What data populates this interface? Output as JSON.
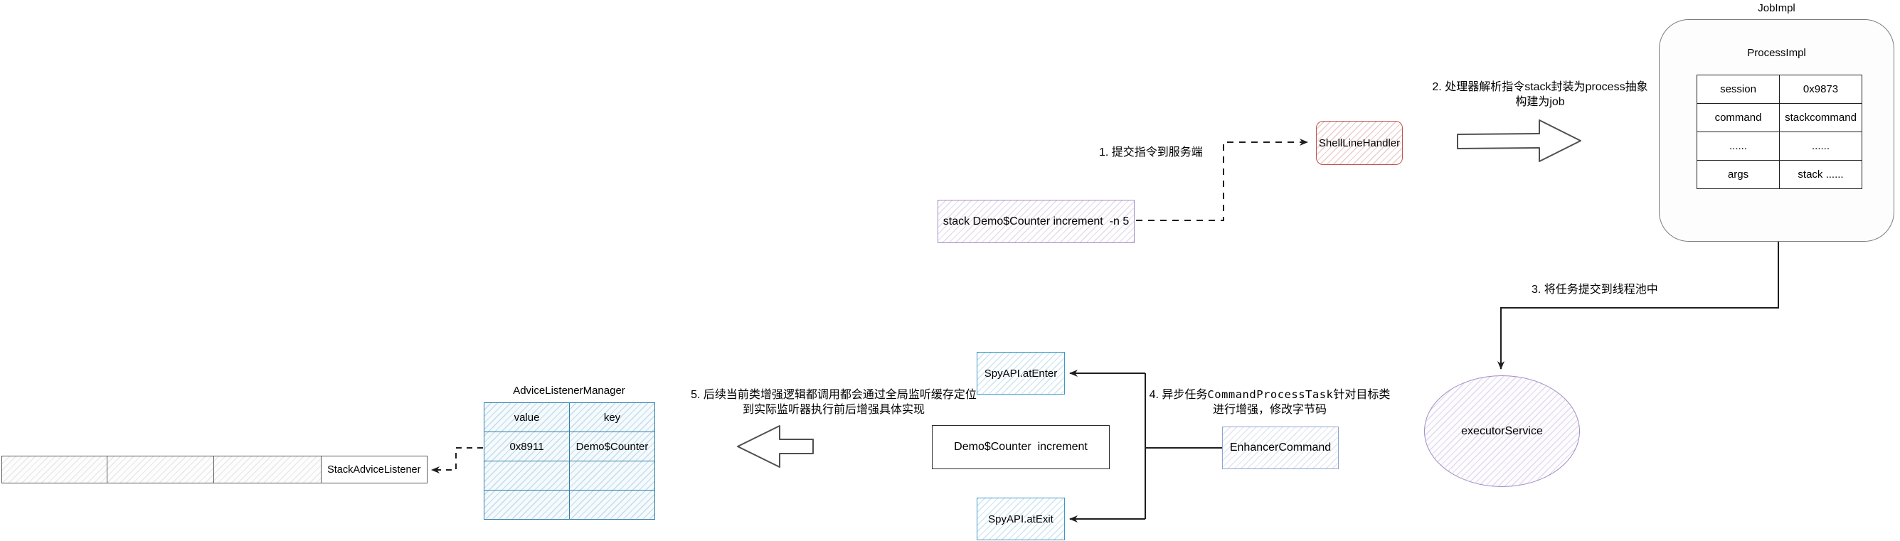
{
  "colors": {
    "ink": "#1e1e1e",
    "gray-border": "#7b7b7b",
    "red-border": "#c0544f",
    "purple-border": "#a58bc5",
    "cyan-border": "#3b99c8",
    "teal-border": "#2d7ea7",
    "slate-border": "#8ba6cf"
  },
  "jobimpl": {
    "title": "JobImpl",
    "process_title": "ProcessImpl",
    "table": {
      "rows": [
        [
          "session",
          "0x9873"
        ],
        [
          "command",
          "stackcommand"
        ],
        [
          "......",
          "......"
        ],
        [
          "args",
          "stack ......"
        ]
      ]
    }
  },
  "annotations": {
    "step1": "1. 提交指令到服务端",
    "step2_line1": "2. 处理器解析指令stack封装为process抽象",
    "step2_line2": "构建为job",
    "step3": "3. 将任务提交到线程池中",
    "step4_prefix": "4. 异步任务",
    "step4_mono": "CommandProcessTask",
    "step4_suffix": "针对目标类",
    "step4_line2": "进行增强，修改字节码",
    "step5_line1": "5. 后续当前类增强逻辑都调用都会通过全局监听缓存定位",
    "step5_line2": "到实际监听器执行前后增强具体实现"
  },
  "nodes": {
    "shell_line_handler": "ShellLineHandler",
    "stack_command": "stack Demo$Counter increment  -n 5",
    "executor_service": "executorService",
    "enhancer_command": "EnhancerCommand",
    "demo_counter_increment": "Demo$Counter  increment",
    "spy_at_enter": "SpyAPI.atEnter",
    "spy_at_exit": "SpyAPI.atExit"
  },
  "advice_manager": {
    "title": "AdviceListenerManager",
    "headers": [
      "value",
      "key"
    ],
    "rows": [
      [
        "0x8911",
        "Demo$Counter"
      ],
      [
        "",
        ""
      ],
      [
        "",
        ""
      ]
    ]
  },
  "listener_strip": {
    "cells": [
      "",
      "",
      "",
      "StackAdviceListener"
    ]
  }
}
